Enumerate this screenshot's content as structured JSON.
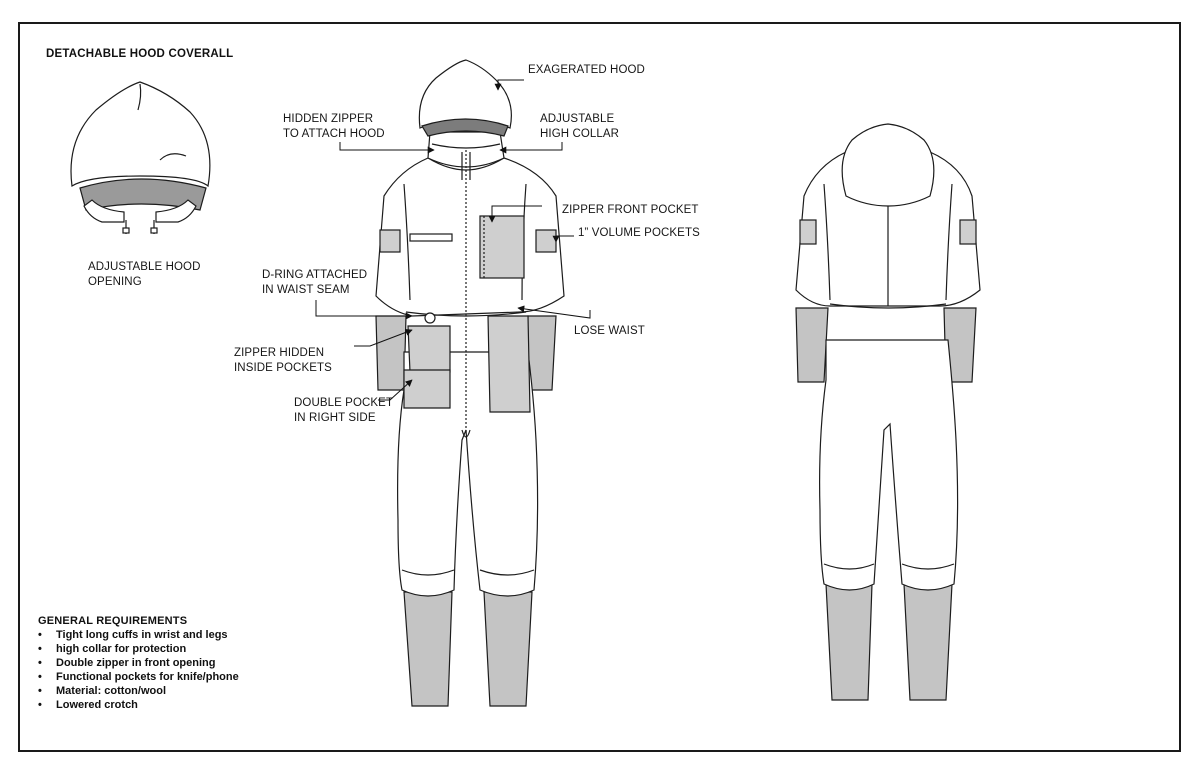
{
  "title": "DETACHABLE HOOD COVERALL",
  "hood_detail": {
    "caption_line1": "ADJUSTABLE HOOD",
    "caption_line2": "OPENING"
  },
  "callouts": {
    "exaggerated_hood": "EXAGERATED HOOD",
    "hidden_zipper_line1": "HIDDEN ZIPPER",
    "hidden_zipper_line2": "TO ATTACH HOOD",
    "high_collar_line1": "ADJUSTABLE",
    "high_collar_line2": "HIGH COLLAR",
    "zipper_front_pocket": "ZIPPER FRONT POCKET",
    "volume_pockets": "1” VOLUME POCKETS",
    "d_ring_line1": "D-RING ATTACHED",
    "d_ring_line2": "IN WAIST SEAM",
    "lose_waist": "LOSE WAIST",
    "zipper_hidden_line1": "ZIPPER HIDDEN",
    "zipper_hidden_line2": "INSIDE POCKETS",
    "double_pocket_line1": "DOUBLE POCKET",
    "double_pocket_line2": "IN RIGHT SIDE"
  },
  "requirements": {
    "heading": "GENERAL REQUIREMENTS",
    "items": [
      "Tight long cuffs in wrist and legs",
      "high collar for protection",
      "Double zipper in front opening",
      "Functional pockets for knife/phone",
      "Material: cotton/wool",
      "Lowered crotch"
    ]
  },
  "colors": {
    "outline": "#1c1c1c",
    "fabric": "#ffffff",
    "cuff_grey": "#c4c4c4",
    "dark_lining": "#8a8a8a"
  }
}
